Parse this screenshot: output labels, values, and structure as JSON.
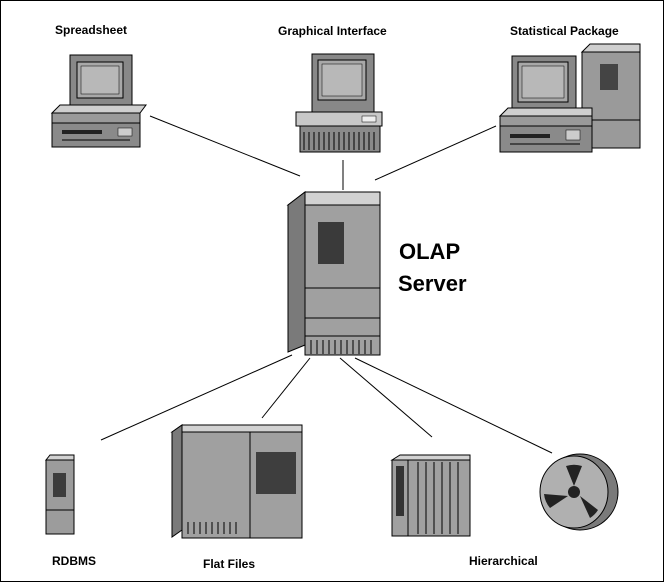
{
  "clients": {
    "spreadsheet": "Spreadsheet",
    "graphical_interface": "Graphical Interface",
    "statistical_package": "Statistical Package"
  },
  "server": {
    "line1": "OLAP",
    "line2": "Server"
  },
  "sources": {
    "rdbms": "RDBMS",
    "flat_files": "Flat Files",
    "hierarchical": "Hierarchical"
  }
}
